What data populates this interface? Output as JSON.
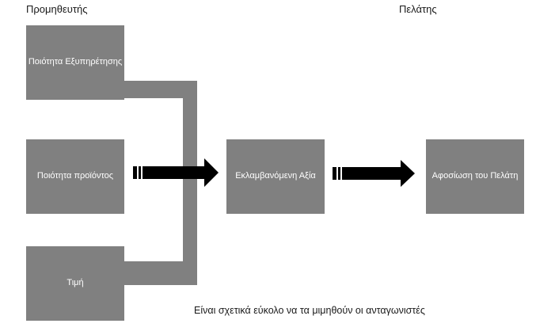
{
  "headings": {
    "supplier": "Προμηθευτής",
    "customer": "Πελάτης"
  },
  "boxes": {
    "service_quality": "Ποιότητα Εξυπηρέτησης",
    "product_quality": "Ποιότητα προϊόντος",
    "price": "Τιμή",
    "perceived_value": "Εκλαμβανόμενη Αξία",
    "customer_loyalty": "Αφοσίωση του Πελάτη"
  },
  "note": "Είναι σχετικά εύκολο να τα μιμηθούν οι ανταγωνιστές",
  "colors": {
    "box": "#808080",
    "arrow": "#000000",
    "text": "#1a1a1a"
  }
}
